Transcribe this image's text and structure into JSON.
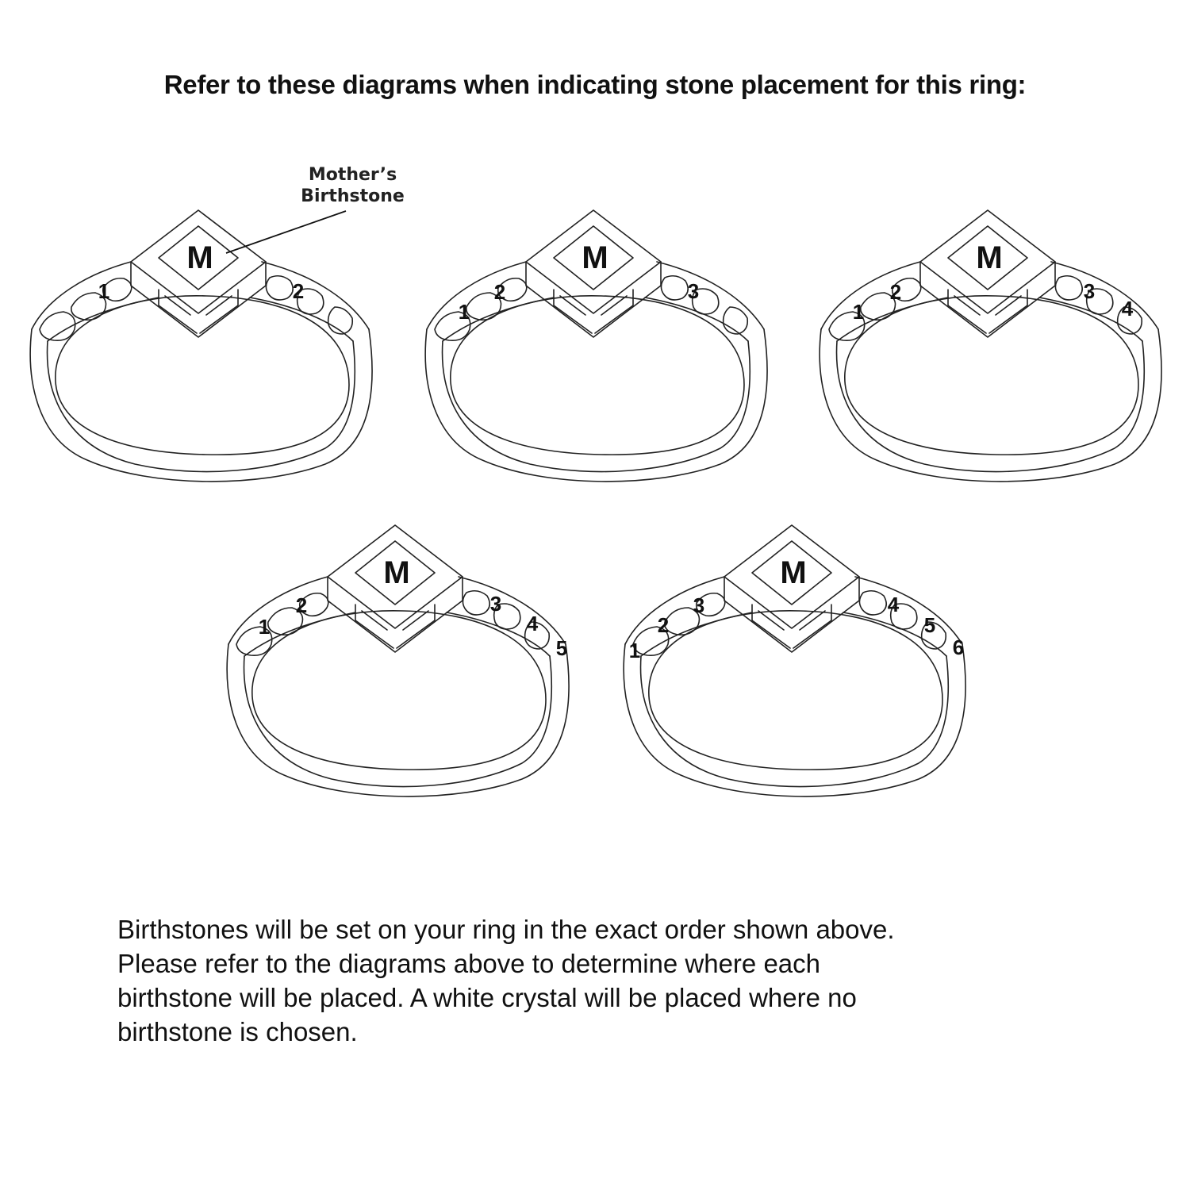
{
  "heading": "Refer to these diagrams when indicating stone placement for this ring:",
  "callout": {
    "line1": "Mother’s",
    "line2": "Birthstone"
  },
  "center_stone_label": "M",
  "rings": [
    {
      "id": "ring-2-stones",
      "stone_count": 2,
      "center": "M",
      "left": [
        "1"
      ],
      "right": [
        "2"
      ]
    },
    {
      "id": "ring-3-stones",
      "stone_count": 3,
      "center": "M",
      "left": [
        "1",
        "2"
      ],
      "right": [
        "3"
      ]
    },
    {
      "id": "ring-4-stones",
      "stone_count": 4,
      "center": "M",
      "left": [
        "1",
        "2"
      ],
      "right": [
        "3",
        "4"
      ]
    },
    {
      "id": "ring-5-stones",
      "stone_count": 5,
      "center": "M",
      "left": [
        "1",
        "2"
      ],
      "right": [
        "3",
        "4",
        "5"
      ]
    },
    {
      "id": "ring-6-stones",
      "stone_count": 6,
      "center": "M",
      "left": [
        "1",
        "2",
        "3"
      ],
      "right": [
        "4",
        "5",
        "6"
      ]
    }
  ],
  "note": {
    "lines": [
      "Birthstones will be set on your ring in the exact order shown above.",
      "Please refer to the diagrams above to determine where each",
      "birthstone will be placed. A white crystal will be placed where no",
      "birthstone is chosen."
    ]
  },
  "colors": {
    "ink": "#111111",
    "background": "#ffffff"
  }
}
